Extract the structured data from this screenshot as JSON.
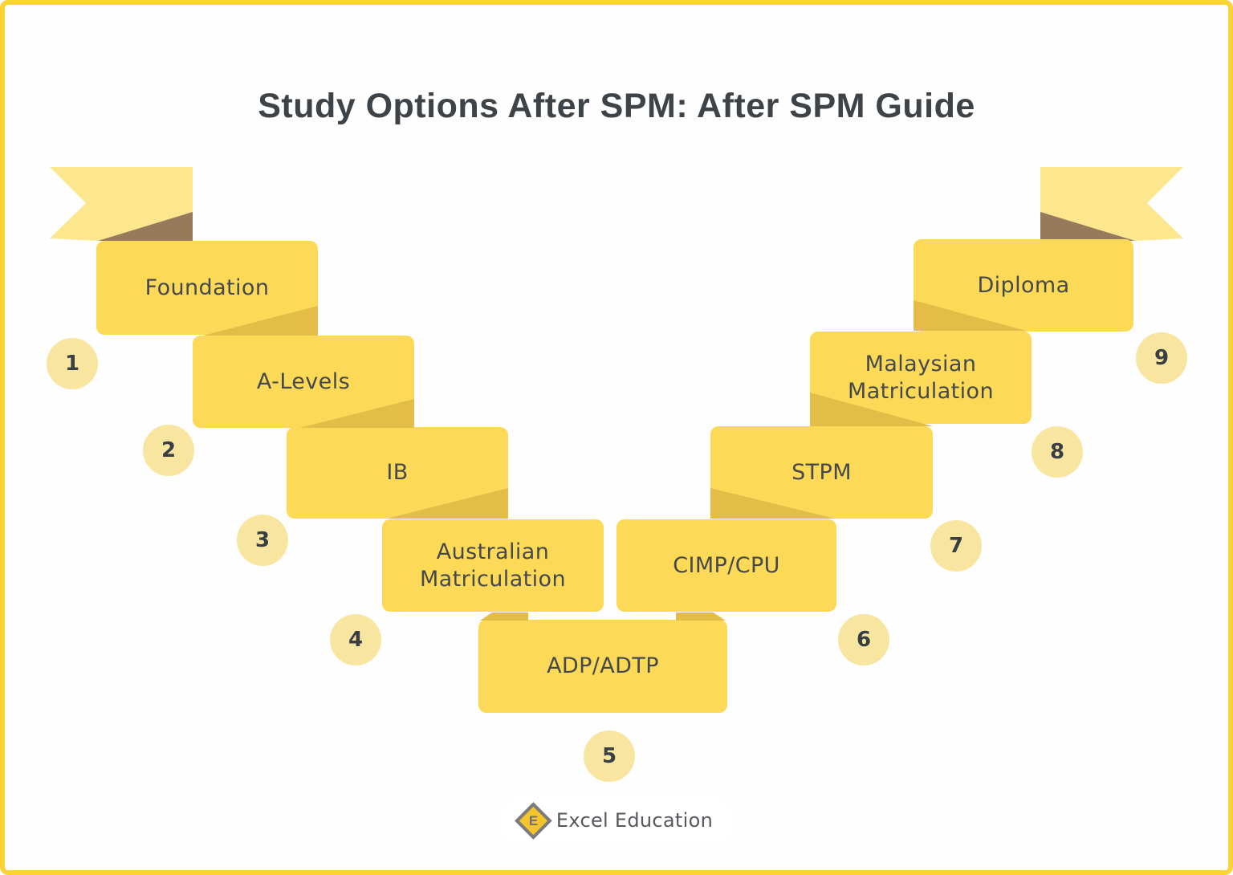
{
  "title": "Study Options After SPM: After SPM Guide",
  "steps": [
    {
      "number": "1",
      "label": "Foundation"
    },
    {
      "number": "2",
      "label": "A-Levels"
    },
    {
      "number": "3",
      "label": "IB"
    },
    {
      "number": "4",
      "label": "Australian Matriculation"
    },
    {
      "number": "5",
      "label": "ADP/ADTP"
    },
    {
      "number": "6",
      "label": "CIMP/CPU"
    },
    {
      "number": "7",
      "label": "STPM"
    },
    {
      "number": "8",
      "label": "Malaysian Matriculation"
    },
    {
      "number": "9",
      "label": "Diploma"
    }
  ],
  "footer": {
    "brand": "Excel Education",
    "logo_glyph": "E"
  },
  "icons": {
    "left_ribbon": "ribbon-flag-left",
    "right_ribbon": "ribbon-flag-right",
    "logo": "excel-education-diamond-logo"
  },
  "colors": {
    "frame_border": "#fcd335",
    "box_yellow": "#fcd957",
    "fold_yellow": "#e4bd48",
    "flag_yellow": "#fce78e",
    "flag_fold_brown": "#97795b",
    "circle_pale_yellow": "#f8e6a0",
    "title_text": "#3e4347",
    "box_text": "#45494d",
    "logo_yellow": "#f3c52b",
    "logo_gray": "#7a7b7d"
  }
}
